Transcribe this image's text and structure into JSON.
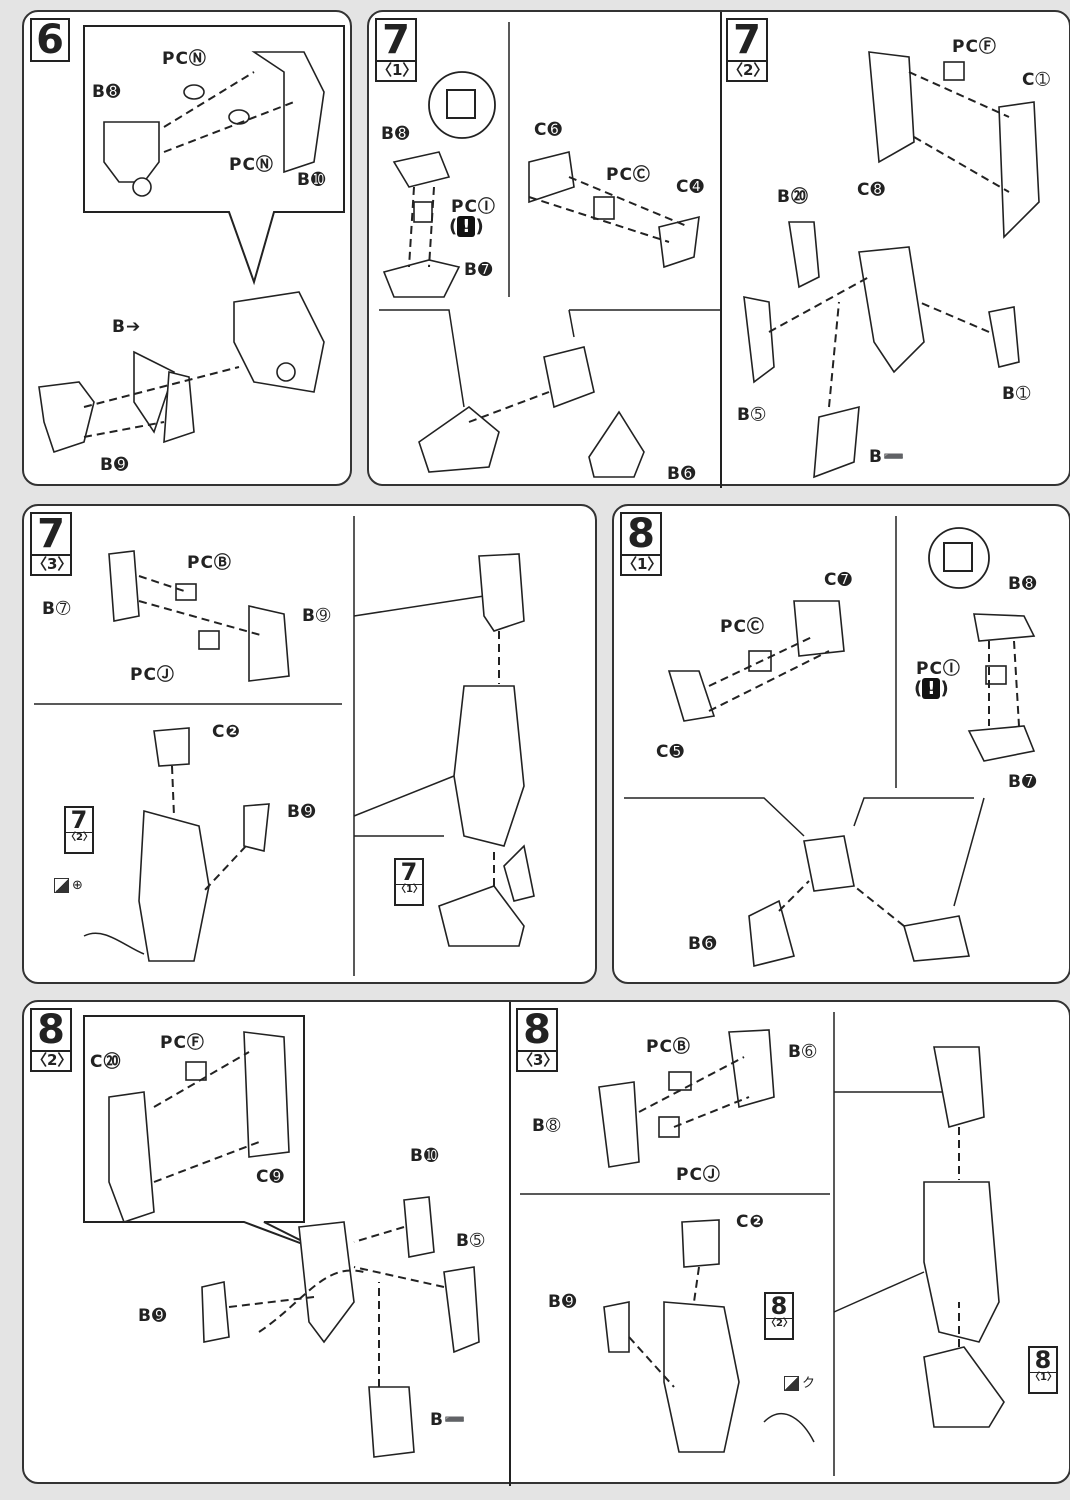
{
  "steps": {
    "s6": {
      "num": "6",
      "sub": ""
    },
    "s71": {
      "num": "7",
      "sub": "〈1〉"
    },
    "s72": {
      "num": "7",
      "sub": "〈2〉"
    },
    "s73": {
      "num": "7",
      "sub": "〈3〉"
    },
    "s81": {
      "num": "8",
      "sub": "〈1〉"
    },
    "s82": {
      "num": "8",
      "sub": "〈2〉"
    },
    "s83": {
      "num": "8",
      "sub": "〈3〉"
    }
  },
  "labels": {
    "p6": {
      "pcn1": "PCⓃ",
      "b24": "B➑",
      "pcn2": "PCⓃ",
      "b26": "B➓",
      "b27": "B➔",
      "b25": "B➒"
    },
    "p71": {
      "b18": "B➑",
      "pci": "PCⒾ",
      "b17": "B➐",
      "c16": "C➏",
      "pcc": "PCⒸ",
      "c14": "C➍",
      "b16": "B➏"
    },
    "p72": {
      "pcf": "PCⒻ",
      "c21": "C➀",
      "b20": "B⑳",
      "c24": "C➑",
      "b5": "B➄",
      "b21": "B➀",
      "b29": "B➖"
    },
    "p73": {
      "pcb": "PCⒷ",
      "b7": "B➆",
      "b9": "B➈",
      "pcj": "PCⒿ",
      "c2": "C❷",
      "b19": "B➒"
    },
    "p81": {
      "c17": "C➐",
      "pcc": "PCⒸ",
      "c15": "C➎",
      "b18": "B➑",
      "pci": "PCⒾ",
      "b17": "B➐",
      "b16": "B➏"
    },
    "p82": {
      "pcf": "PCⒻ",
      "c20": "C⑳",
      "c23": "C➒",
      "b22": "B➓",
      "b5": "B➄",
      "b23": "B➒",
      "b29": "B➖"
    },
    "p83": {
      "pcb": "PCⒷ",
      "b6": "B➅",
      "b8": "B➇",
      "pcj": "PCⒿ",
      "c2": "C❷",
      "b19": "B➒"
    }
  },
  "refs": {
    "r72a": {
      "num": "7",
      "sub": "〈2〉"
    },
    "r71a": {
      "num": "7",
      "sub": "〈1〉"
    },
    "r82a": {
      "num": "8",
      "sub": "〈2〉"
    },
    "r81a": {
      "num": "8",
      "sub": "〈1〉"
    }
  },
  "warn_mark": "!",
  "tool_marks": {
    "t73": "⊕",
    "t83": "ク"
  }
}
